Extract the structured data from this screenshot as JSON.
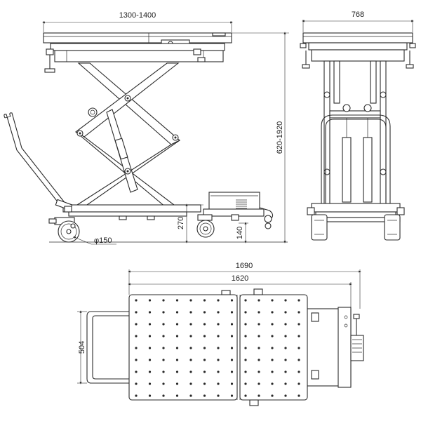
{
  "dimensions": {
    "side_width": "1300-1400",
    "front_width": "768",
    "height_range": "620-1920",
    "base_height": "270",
    "wheel_height": "140",
    "wheel_dia": "φ150",
    "total_length": "1690",
    "deck_length": "1620",
    "handle_width": "504"
  }
}
